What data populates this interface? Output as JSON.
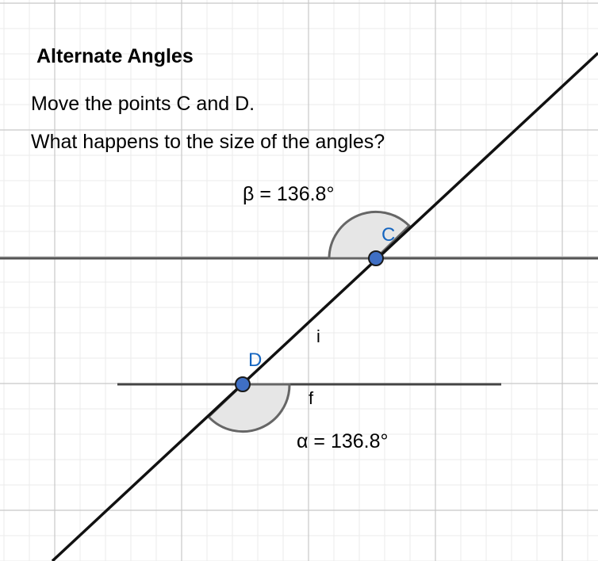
{
  "instructions": {
    "title": "Alternate Angles",
    "line1": "Move the points C and D.",
    "line2": "What happens to the size of the angles?"
  },
  "angles": {
    "beta": {
      "name": "β",
      "value": "136.8°"
    },
    "alpha": {
      "name": "α",
      "value": "136.8°"
    }
  },
  "points": {
    "c": "C",
    "d": "D"
  },
  "segments": {
    "transversal": "i",
    "lower": "f"
  },
  "colors": {
    "grid_minor": "#ebebeb",
    "grid_major": "#c8c8c8",
    "line": "#000000",
    "point_fill": "#3f6fc4",
    "point_label": "#1565c0",
    "angle_fill": "#e6e6e6",
    "angle_stroke": "#666666"
  }
}
